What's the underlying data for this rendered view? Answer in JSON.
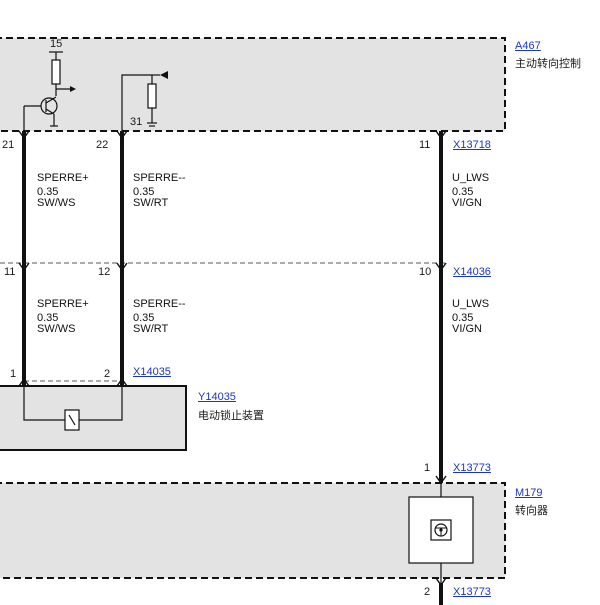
{
  "components": {
    "a467": {
      "id": "A467",
      "name": "主动转向控制"
    },
    "y14035": {
      "id": "Y14035",
      "name": "电动锁止装置"
    },
    "m179": {
      "id": "M179",
      "name": "转向器"
    }
  },
  "connectors": {
    "x13718": "X13718",
    "x14036": "X14036",
    "x14035": "X14035",
    "x13773_top": "X13773",
    "x13773_bottom": "X13773"
  },
  "pins": {
    "a467_15": "15",
    "a467_31": "31",
    "a467_21": "21",
    "a467_22": "22",
    "a467_11": "11",
    "x14036_11": "11",
    "x14036_12": "12",
    "x14036_10": "10",
    "x14035_1": "1",
    "x14035_2": "2",
    "m179_1": "1",
    "m179_2": "2"
  },
  "wires": {
    "upper_sperre_plus": {
      "signal": "SPERRE+",
      "size": "0.35",
      "color": "SW/WS"
    },
    "upper_sperre_minus": {
      "signal": "SPERRE--",
      "size": "0.35",
      "color": "SW/RT"
    },
    "upper_u_lws": {
      "signal": "U_LWS",
      "size": "0.35",
      "color": "VI/GN"
    },
    "lower_sperre_plus": {
      "signal": "SPERRE+",
      "size": "0.35",
      "color": "SW/WS"
    },
    "lower_sperre_minus": {
      "signal": "SPERRE--",
      "size": "0.35",
      "color": "SW/RT"
    },
    "lower_u_lws": {
      "signal": "U_LWS",
      "size": "0.35",
      "color": "VI/GN"
    }
  },
  "colors": {
    "component_fill": "#e3e3e3",
    "link": "#1a35cc",
    "wire": "#111111"
  },
  "icons": {
    "transistor": "transistor-icon",
    "resistor": "resistor-icon",
    "ground": "ground-arrow-icon",
    "lock_solenoid": "solenoid-icon",
    "steering_motor": "steering-wheel-icon"
  }
}
